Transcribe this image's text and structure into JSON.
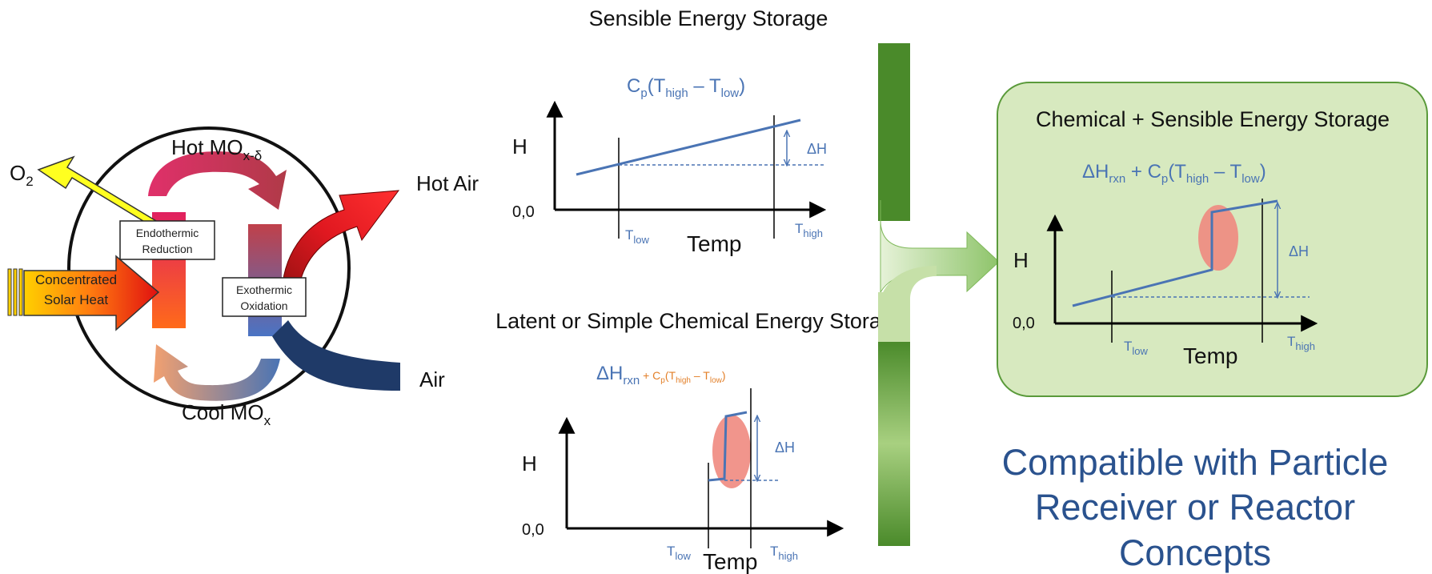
{
  "colors": {
    "blue": "#4a74b4",
    "dark_navy": "#1f3a68",
    "green_dark": "#4a8a2a",
    "green_light": "#c6e0a8",
    "green_box": "#d7e9bf",
    "orange": "#e3802a",
    "red_blob": "#f08a80"
  },
  "cycle": {
    "hot_label": "Hot MO",
    "hot_sub": "x-δ",
    "cool_label": "Cool MO",
    "cool_sub": "x",
    "o2": "O",
    "o2_sub": "2",
    "hot_air": "Hot Air",
    "air": "Air",
    "solar_line1": "Concentrated",
    "solar_line2": "Solar Heat",
    "endo_line1": "Endothermic",
    "endo_line2": "Reduction",
    "exo_line1": "Exothermic",
    "exo_line2": "Oxidation"
  },
  "sensible": {
    "title": "Sensible Energy Storage",
    "formula_cp": "C",
    "formula_p": "p",
    "formula_open": "(T",
    "formula_high": "high",
    "formula_minus": " – T",
    "formula_low": "low",
    "formula_close": ")",
    "h": "H",
    "origin": "0,0",
    "temp": "Temp",
    "t": "T",
    "low": "low",
    "high": "high",
    "dh": "ΔH"
  },
  "latent": {
    "title": "Latent or Simple Chemical Energy Storage",
    "formula_dh": "ΔH",
    "formula_rxn": "rxn",
    "formula_rest_plus": " + C",
    "formula_rest_p": "p",
    "formula_rest_open": "(T",
    "formula_rest_high": "high",
    "formula_rest_minus": " – T",
    "formula_rest_low": "low",
    "formula_rest_close": ")",
    "h": "H",
    "origin": "0,0",
    "temp": "Temp",
    "t": "T",
    "low": "low",
    "high": "high",
    "dh": "ΔH"
  },
  "chemical": {
    "title": "Chemical + Sensible Energy Storage",
    "formula_dh": "ΔH",
    "formula_rxn": "rxn",
    "formula_plus": " + C",
    "formula_p": "p",
    "formula_open": "(T",
    "formula_high": "high",
    "formula_minus": " – T",
    "formula_low": "low",
    "formula_close": ")",
    "h": "H",
    "origin": "0,0",
    "temp": "Temp",
    "t": "T",
    "low": "low",
    "high": "high",
    "dh": "ΔH"
  },
  "conclusion": {
    "line1": "Compatible with Particle",
    "line2": "Receiver or Reactor",
    "line3": "Concepts"
  }
}
